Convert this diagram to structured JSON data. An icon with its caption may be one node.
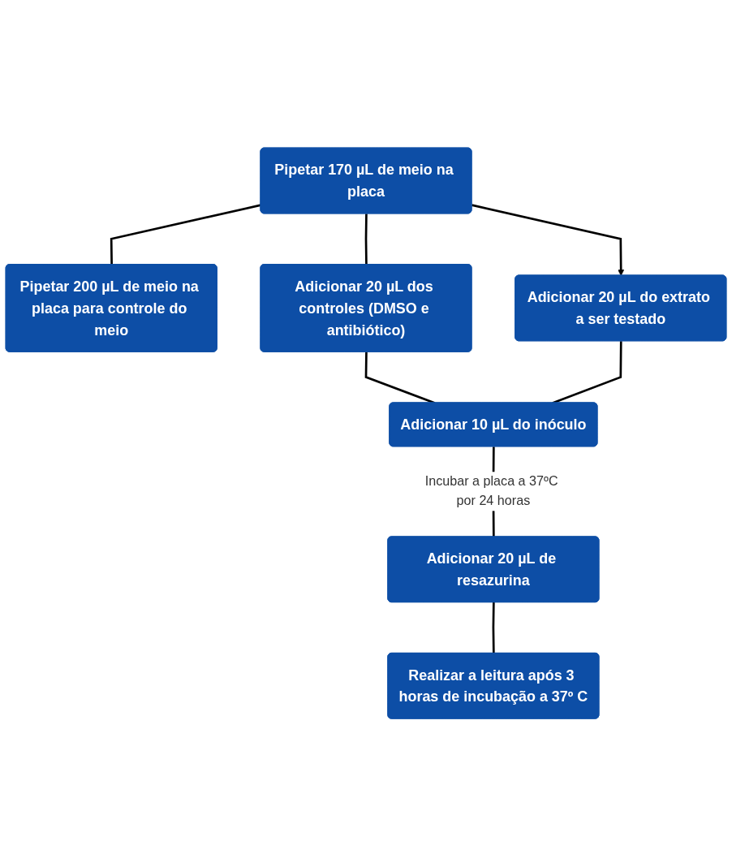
{
  "diagram": {
    "nodes": [
      {
        "text": [
          "Pipetar 170 µL de meio na placa"
        ]
      },
      {
        "text": [
          "Pipetar 200 µL de meio na placa para controle do meio"
        ]
      },
      {
        "text": [
          "Adicionar 20 µL dos controles (DMSO e antibiótico)"
        ]
      },
      {
        "text": [
          "Adicionar 20 µL do extrato a ser testado"
        ]
      },
      {
        "text": [
          "Adicionar 10 µL do inóculo"
        ]
      },
      {
        "text": [
          "Adicionar 20 µL de resazurina"
        ]
      },
      {
        "text": [
          "Realizar a leitura após 3 horas de incubação a 37º C"
        ]
      }
    ],
    "edges": [
      {
        "from": 0,
        "to": 1,
        "arrow": "none"
      },
      {
        "from": 0,
        "to": 2,
        "arrow": "none"
      },
      {
        "from": 0,
        "to": 3,
        "arrow": "to"
      },
      {
        "from": 2,
        "to": 4,
        "arrow": "none"
      },
      {
        "from": 3,
        "to": 4,
        "arrow": "none"
      },
      {
        "from": 4,
        "to": 5,
        "arrow": "none",
        "label": "Incubar a placa a 37ºC por 24 horas"
      },
      {
        "from": 5,
        "to": 6,
        "arrow": "none"
      }
    ]
  }
}
